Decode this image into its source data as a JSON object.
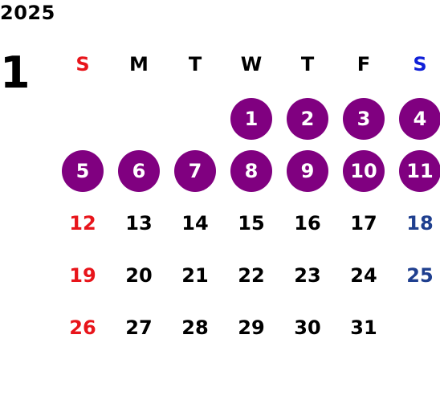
{
  "year": "2025",
  "month": "1",
  "weekdays": [
    "S",
    "M",
    "T",
    "W",
    "T",
    "F",
    "S"
  ],
  "weeks": [
    [
      {
        "day": "",
        "type": "blank"
      },
      {
        "day": "",
        "type": "blank"
      },
      {
        "day": "",
        "type": "blank"
      },
      {
        "day": "1",
        "type": "holiday"
      },
      {
        "day": "2",
        "type": "holiday"
      },
      {
        "day": "3",
        "type": "holiday"
      },
      {
        "day": "4",
        "type": "holiday"
      }
    ],
    [
      {
        "day": "5",
        "type": "holiday"
      },
      {
        "day": "6",
        "type": "holiday"
      },
      {
        "day": "7",
        "type": "holiday"
      },
      {
        "day": "8",
        "type": "holiday"
      },
      {
        "day": "9",
        "type": "holiday"
      },
      {
        "day": "10",
        "type": "holiday"
      },
      {
        "day": "11",
        "type": "holiday"
      }
    ],
    [
      {
        "day": "12",
        "type": "sunday"
      },
      {
        "day": "13",
        "type": "weekday"
      },
      {
        "day": "14",
        "type": "weekday"
      },
      {
        "day": "15",
        "type": "weekday"
      },
      {
        "day": "16",
        "type": "weekday"
      },
      {
        "day": "17",
        "type": "weekday"
      },
      {
        "day": "18",
        "type": "saturday"
      }
    ],
    [
      {
        "day": "19",
        "type": "sunday"
      },
      {
        "day": "20",
        "type": "weekday"
      },
      {
        "day": "21",
        "type": "weekday"
      },
      {
        "day": "22",
        "type": "weekday"
      },
      {
        "day": "23",
        "type": "weekday"
      },
      {
        "day": "24",
        "type": "weekday"
      },
      {
        "day": "25",
        "type": "saturday"
      }
    ],
    [
      {
        "day": "26",
        "type": "sunday"
      },
      {
        "day": "27",
        "type": "weekday"
      },
      {
        "day": "28",
        "type": "weekday"
      },
      {
        "day": "29",
        "type": "weekday"
      },
      {
        "day": "30",
        "type": "weekday"
      },
      {
        "day": "31",
        "type": "weekday"
      },
      {
        "day": "",
        "type": "blank"
      }
    ]
  ],
  "colors": {
    "holiday_circle": "#800080",
    "sunday": "#e8151b",
    "saturday_header": "#1020d8",
    "saturday": "#1f3f8f"
  }
}
